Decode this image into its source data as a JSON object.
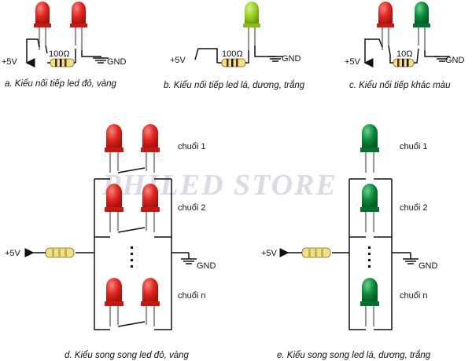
{
  "colors": {
    "red_led": "#e0241e",
    "red_led_hl": "#f6857f",
    "lime_led": "#9ad21f",
    "lime_led_hl": "#d6f08a",
    "green_led": "#0b8a3a",
    "green_led_hl": "#6ed08f",
    "resistor_body": "#f1e08a",
    "wire": "#111111",
    "watermark": "#d9dbe6"
  },
  "watermark": "PHILED STORE",
  "panels": {
    "a": {
      "caption": "a. Kiểu nối tiếp led đỏ, vàng",
      "plus_label": "+5V",
      "gnd_label": "GND",
      "resistor_label": "100Ω",
      "led_colors": [
        "red",
        "red"
      ]
    },
    "b": {
      "caption": "b. Kiểu nối tiếp led lá, dương, trắng",
      "plus_label": "+5V",
      "gnd_label": "GND",
      "resistor_label": "100Ω",
      "led_colors": [
        "lime"
      ]
    },
    "c": {
      "caption": "c. Kiểu nối tiếp khác màu",
      "plus_label": "+5V",
      "gnd_label": "GND",
      "resistor_label": "10Ω",
      "led_colors": [
        "red",
        "green"
      ]
    },
    "d": {
      "caption": "d. Kiểu song song led đỏ, vàng",
      "plus_label": "+5V",
      "gnd_label": "GND",
      "chains": [
        "chuổi 1",
        "chuổi 2",
        "chuổi n"
      ],
      "led_colors": [
        "red",
        "red"
      ]
    },
    "e": {
      "caption": "e. Kiểu song song led lá, dương, trắng",
      "plus_label": "+5V",
      "gnd_label": "GND",
      "chains": [
        "chuổi 1",
        "chuổi 2",
        "chuổi n"
      ],
      "led_colors": [
        "green"
      ]
    }
  }
}
